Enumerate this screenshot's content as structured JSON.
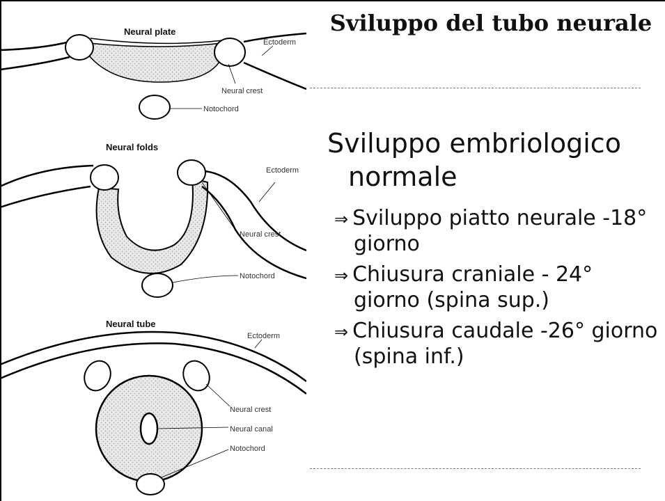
{
  "slide": {
    "title": "Sviluppo del tubo neurale",
    "main_bullet": "Sviluppo embriologico normale",
    "sub_bullets": [
      {
        "marker": "⇒",
        "text": "Sviluppo piatto neurale -18° giorno"
      },
      {
        "marker": "⇒",
        "text": "Chiusura craniale - 24° giorno (spina sup.)"
      },
      {
        "marker": "⇒",
        "text": "Chiusura caudale -26° giorno (spina inf.)"
      }
    ]
  },
  "figure": {
    "panel1": {
      "title": "Neural plate",
      "labels": {
        "ectoderm": "Ectoderm",
        "neural_crest": "Neural crest",
        "notochord": "Notochord"
      }
    },
    "panel2": {
      "title": "Neural folds",
      "labels": {
        "ectoderm": "Ectoderm",
        "neural_crest": "Neural crest",
        "notochord": "Notochord"
      }
    },
    "panel3": {
      "title": "Neural tube",
      "labels": {
        "ectoderm": "Ectoderm",
        "neural_crest": "Neural crest",
        "neural_canal": "Neural canal",
        "notochord": "Notochord"
      }
    }
  }
}
